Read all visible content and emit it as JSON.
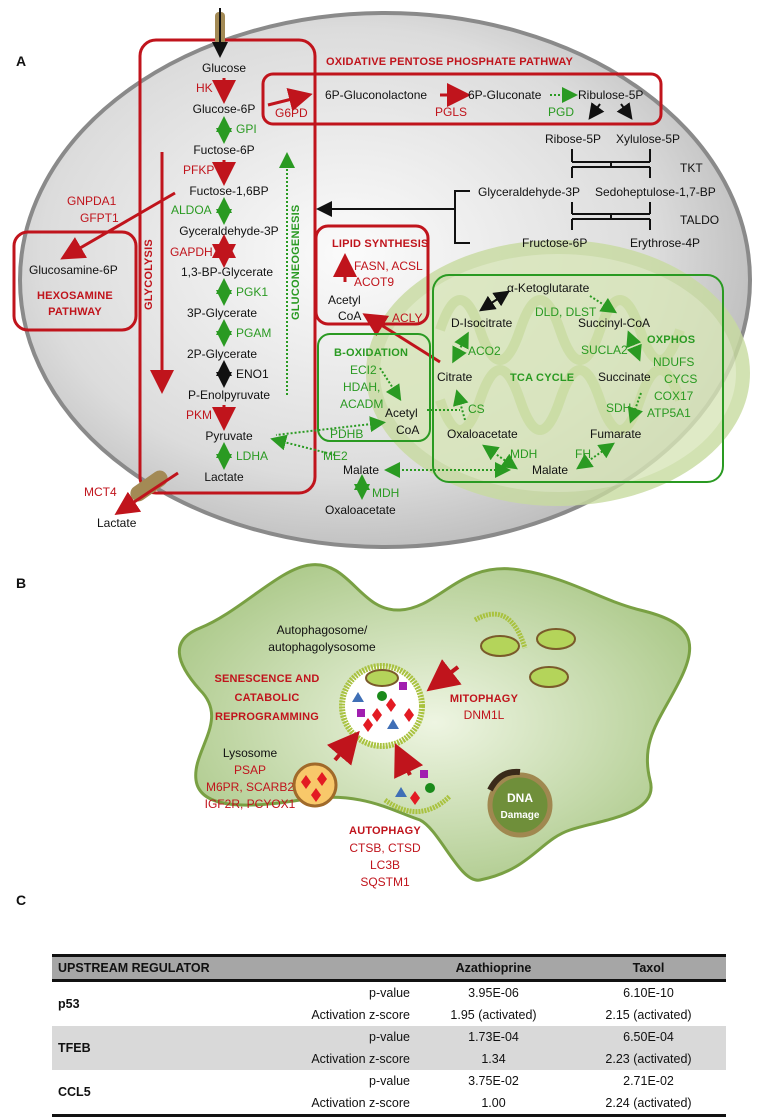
{
  "panels": {
    "a": "A",
    "b": "B",
    "c": "C"
  },
  "colors": {
    "upregulated": "#c0141c",
    "downregulated": "#2a9a22",
    "unchanged": "#111111"
  },
  "panel_a": {
    "glycolysis": {
      "label": "Glycolysis",
      "metabolites": [
        "Glucose",
        "Glucose-6P",
        "Fuctose-6P",
        "Fuctose-1,6BP",
        "Gyceraldehyde-3P",
        "1,3-BP-Glycerate",
        "3P-Glycerate",
        "2P-Glycerate",
        "P-Enolpyruvate",
        "Pyruvate",
        "Lactate"
      ],
      "enzymes": [
        {
          "name": "HK",
          "status": "up"
        },
        {
          "name": "GPI",
          "status": "down"
        },
        {
          "name": "PFKP",
          "status": "up"
        },
        {
          "name": "ALDOA",
          "status": "down"
        },
        {
          "name": "GAPDH",
          "status": "up"
        },
        {
          "name": "PGK1",
          "status": "down"
        },
        {
          "name": "PGAM",
          "status": "down"
        },
        {
          "name": "ENO1",
          "status": "unchanged"
        },
        {
          "name": "PKM",
          "status": "up"
        },
        {
          "name": "LDHA",
          "status": "down"
        }
      ]
    },
    "gluconeogenesis": {
      "label": "Gluconeogenesis"
    },
    "transporter": {
      "name": "MCT4",
      "product": "Lactate"
    },
    "hexosamine": {
      "title_line1": "Hexosamine",
      "title_line2": "Pathway",
      "metabolite": "Glucosamine-6P",
      "enzymes": [
        "GNPDA1",
        "GFPT1"
      ]
    },
    "ppp": {
      "title": "Oxidative Pentose Phosphate Pathway",
      "metabolites": [
        "6P-Gluconolactone",
        "6P-Gluconate",
        "Ribulose-5P"
      ],
      "enzymes": [
        {
          "name": "G6PD",
          "status": "up"
        },
        {
          "name": "PGLS",
          "status": "up"
        },
        {
          "name": "PGD",
          "status": "down"
        }
      ],
      "nonox": {
        "ribose": "Ribose-5P",
        "xylulose": "Xylulose-5P",
        "tkt": "TKT",
        "g3p": "Glyceraldehyde-3P",
        "sedo": "Sedoheptulose-1,7-BP",
        "taldo": "TALDO",
        "f6p": "Fructose-6P",
        "e4p": "Erythrose-4P"
      }
    },
    "lipid": {
      "title": "Lipid Synthesis",
      "enzymes_line1": "FASN, ACSL",
      "enzymes_line2": "ACOT9",
      "substrate_line1": "Acetyl",
      "substrate_line2": "CoA",
      "acly": "ACLY"
    },
    "beta_ox": {
      "title": "b-Oxidation",
      "enzymes": [
        "ECI2",
        "HDAH,",
        "ACADM"
      ],
      "product_line1": "Acetyl",
      "product_line2": "CoA",
      "pdhb": "PDHB",
      "me2": "ME2",
      "malate": "Malate",
      "mdh": "MDH",
      "oxaloacetate": "Oxaloacetate"
    },
    "tca": {
      "title": "TCA Cycle",
      "metabolites": {
        "akg": "α-Ketoglutarate",
        "isocitrate": "D-Isocitrate",
        "succinylcoa": "Succinyl-CoA",
        "citrate": "Citrate",
        "succinate": "Succinate",
        "oaa": "Oxaloacetate",
        "fumarate": "Fumarate",
        "malate": "Malate"
      },
      "enzymes": {
        "aco2": "ACO2",
        "dld": "DLD, DLST",
        "sucla2": "SUCLA2",
        "cs": "CS",
        "sdh": "SDH",
        "mdh": "MDH",
        "fh": "FH"
      }
    },
    "oxphos": {
      "title": "OxPhos",
      "genes": [
        "NDUFS",
        "CYCS",
        "COX17",
        "ATP5A1"
      ]
    }
  },
  "panel_b": {
    "autophagosome_line1": "Autophagosome/",
    "autophagosome_line2": "autophagolysosome",
    "senescence": [
      "Senescence and",
      "Catabolic",
      "reprogramming"
    ],
    "mitophagy": {
      "title": "Mitophagy",
      "genes": "DNM1L"
    },
    "lysosome": {
      "title": "Lysosome",
      "genes": [
        "PSAP",
        "M6PR, SCARB2",
        "IGF2R, PCYOX1"
      ]
    },
    "autophagy": {
      "title": "Autophagy",
      "genes": [
        "CTSB, CTSD",
        "LC3B",
        "SQSTM1"
      ]
    },
    "dna_damage": [
      "DNA",
      "Damage"
    ]
  },
  "panel_c": {
    "headers": [
      "UPSTREAM REGULATOR",
      "",
      "Azathioprine",
      "Taxol"
    ],
    "rows": [
      {
        "regulator": "p53",
        "pvalue_label": "p-value",
        "azathioprine_p": "3.95E-06",
        "taxol_p": "6.10E-10",
        "z_label": "Activation z-score",
        "azathioprine_z": "1.95 (activated)",
        "taxol_z": "2.15 (activated)"
      },
      {
        "regulator": "TFEB",
        "pvalue_label": "p-value",
        "azathioprine_p": "1.73E-04",
        "taxol_p": "6.50E-04",
        "z_label": "Activation z-score",
        "azathioprine_z": "1.34",
        "taxol_z": "2.23 (activated)"
      },
      {
        "regulator": "CCL5",
        "pvalue_label": "p-value",
        "azathioprine_p": "3.75E-02",
        "taxol_p": "2.71E-02",
        "z_label": "Activation z-score",
        "azathioprine_z": "1.00",
        "taxol_z": "2.24 (activated)"
      }
    ]
  }
}
